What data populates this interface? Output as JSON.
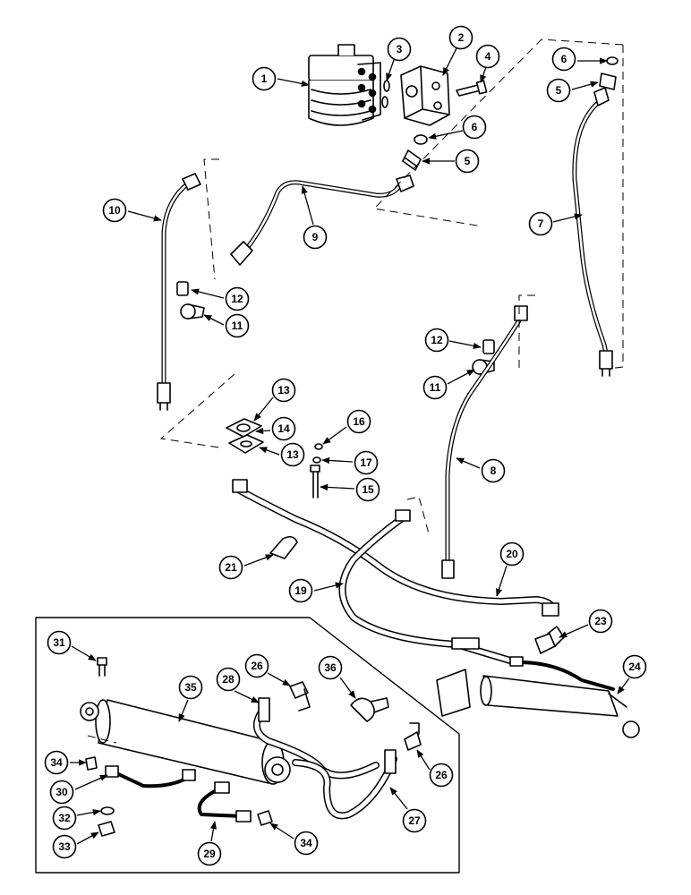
{
  "figure": {
    "type": "exploded parts diagram - steering hydraulic lines and cylinder",
    "line_color": "#000000",
    "background": "#ffffff"
  },
  "callouts": [
    {
      "id": "c1",
      "text": "1"
    },
    {
      "id": "c2",
      "text": "2"
    },
    {
      "id": "c3",
      "text": "3"
    },
    {
      "id": "c4",
      "text": "4"
    },
    {
      "id": "c6a",
      "text": "6"
    },
    {
      "id": "c5a",
      "text": "5"
    },
    {
      "id": "c6b",
      "text": "6"
    },
    {
      "id": "c5b",
      "text": "5"
    },
    {
      "id": "c7",
      "text": "7"
    },
    {
      "id": "c9",
      "text": "9"
    },
    {
      "id": "c10",
      "text": "10"
    },
    {
      "id": "c12a",
      "text": "12"
    },
    {
      "id": "c11a",
      "text": "11"
    },
    {
      "id": "c12b",
      "text": "12"
    },
    {
      "id": "c11b",
      "text": "11"
    },
    {
      "id": "c13a",
      "text": "13"
    },
    {
      "id": "c14",
      "text": "14"
    },
    {
      "id": "c13b",
      "text": "13"
    },
    {
      "id": "c16",
      "text": "16"
    },
    {
      "id": "c17",
      "text": "17"
    },
    {
      "id": "c15",
      "text": "15"
    },
    {
      "id": "c8",
      "text": "8"
    },
    {
      "id": "c21",
      "text": "21"
    },
    {
      "id": "c20",
      "text": "20"
    },
    {
      "id": "c19",
      "text": "19"
    },
    {
      "id": "c23",
      "text": "23"
    },
    {
      "id": "c24",
      "text": "24"
    },
    {
      "id": "c31",
      "text": "31"
    },
    {
      "id": "c26a",
      "text": "26"
    },
    {
      "id": "c36",
      "text": "36"
    },
    {
      "id": "c35",
      "text": "35"
    },
    {
      "id": "c28",
      "text": "28"
    },
    {
      "id": "c34a",
      "text": "34"
    },
    {
      "id": "c26b",
      "text": "26"
    },
    {
      "id": "c30",
      "text": "30"
    },
    {
      "id": "c32",
      "text": "32"
    },
    {
      "id": "c33",
      "text": "33"
    },
    {
      "id": "c29",
      "text": "29"
    },
    {
      "id": "c34b",
      "text": "34"
    },
    {
      "id": "c27",
      "text": "27"
    }
  ]
}
